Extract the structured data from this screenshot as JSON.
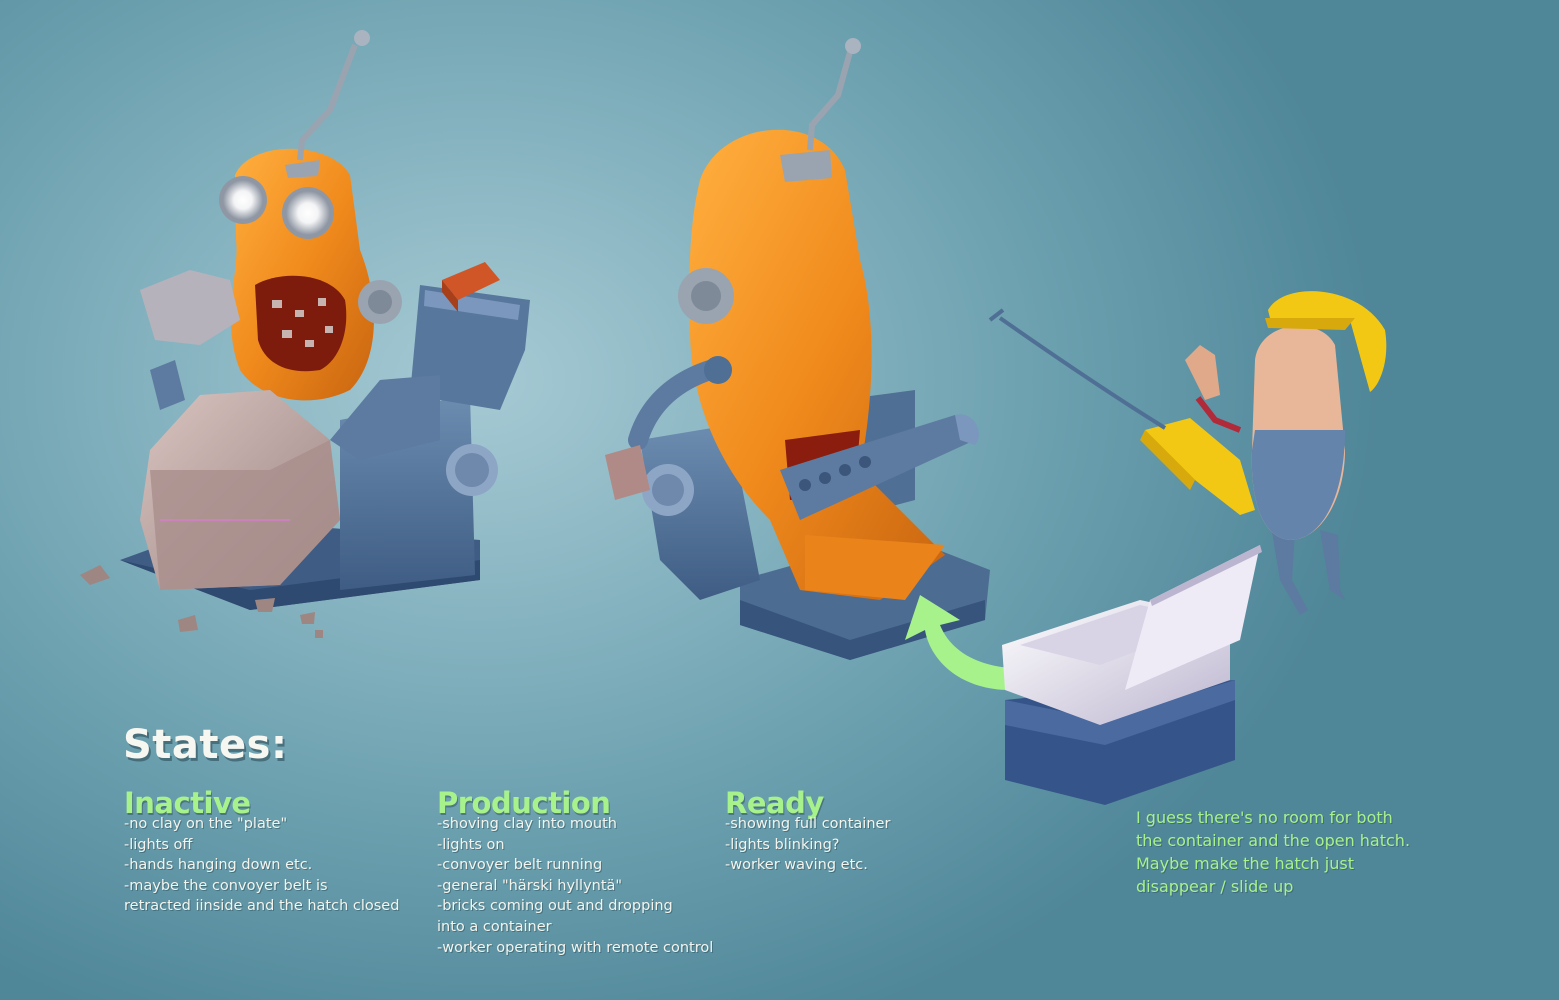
{
  "heading": "States:",
  "states": [
    {
      "title": "Inactive",
      "notes": [
        "-no clay on the \"plate\"",
        "-lights off",
        "-hands hanging down etc.",
        "-maybe the convoyer belt is",
        "retracted iinside and the hatch closed"
      ]
    },
    {
      "title": "Production",
      "notes": [
        "-shoving clay into mouth",
        "-lights on",
        "-convoyer belt running",
        "-general \"härski hyllyntä\"",
        "-bricks coming out and dropping",
        "into a container",
        "-worker operating with remote control"
      ]
    },
    {
      "title": "Ready",
      "notes": [
        "-showing full container",
        "-lights blinking?",
        "-worker waving etc."
      ]
    }
  ],
  "comment": [
    "I guess there's no room for both",
    "the container and the open hatch.",
    "Maybe make the hatch just",
    "disappear / slide up"
  ],
  "colors": {
    "robot_orange": "#f08a1c",
    "machine_blue": "#4f6f95",
    "clay": "#b9a3a0",
    "helmet_yellow": "#f3c814",
    "accent_green": "#a8f28c"
  }
}
